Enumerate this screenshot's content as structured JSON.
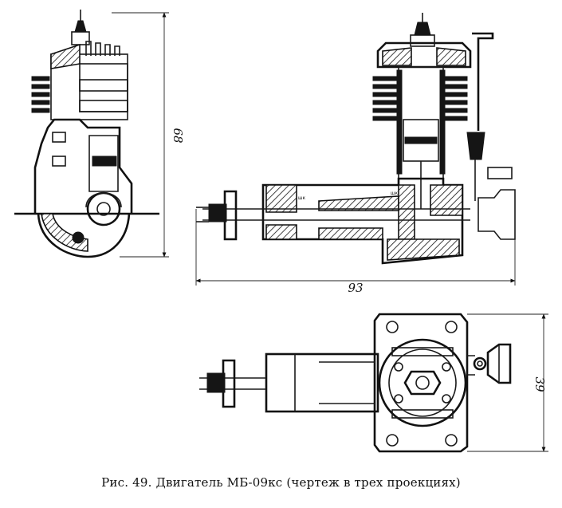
{
  "caption": "Рис. 49. Двигатель МБ-09кс (чертеж в трех проекциях)",
  "dimensions": {
    "side_height": "68",
    "front_length": "93",
    "top_width": "39"
  },
  "part_labels": [
    "шк",
    "шк"
  ]
}
